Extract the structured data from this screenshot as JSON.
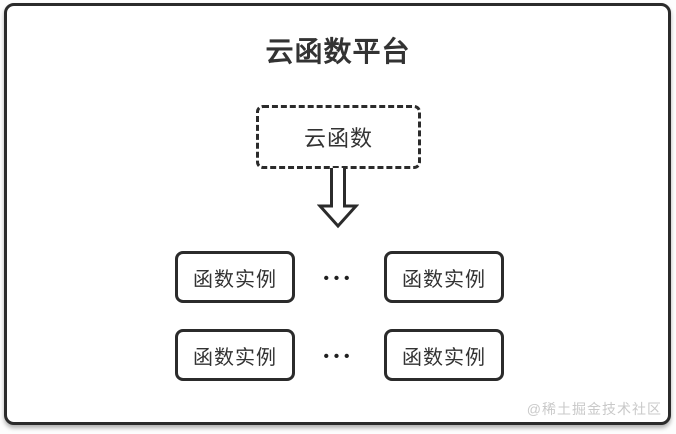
{
  "diagram": {
    "title": "云函数平台",
    "cloud_function": {
      "label": "云函数"
    },
    "arrow": "down-block-arrow",
    "rows": [
      {
        "left": "函数实例",
        "dots": "•••",
        "right": "函数实例"
      },
      {
        "left": "函数实例",
        "dots": "•••",
        "right": "函数实例"
      }
    ],
    "watermark": "@稀土掘金技术社区",
    "colors": {
      "border": "#2b2b2b",
      "text": "#333333",
      "watermark": "#c9c9c9",
      "background": "#ffffff"
    }
  }
}
